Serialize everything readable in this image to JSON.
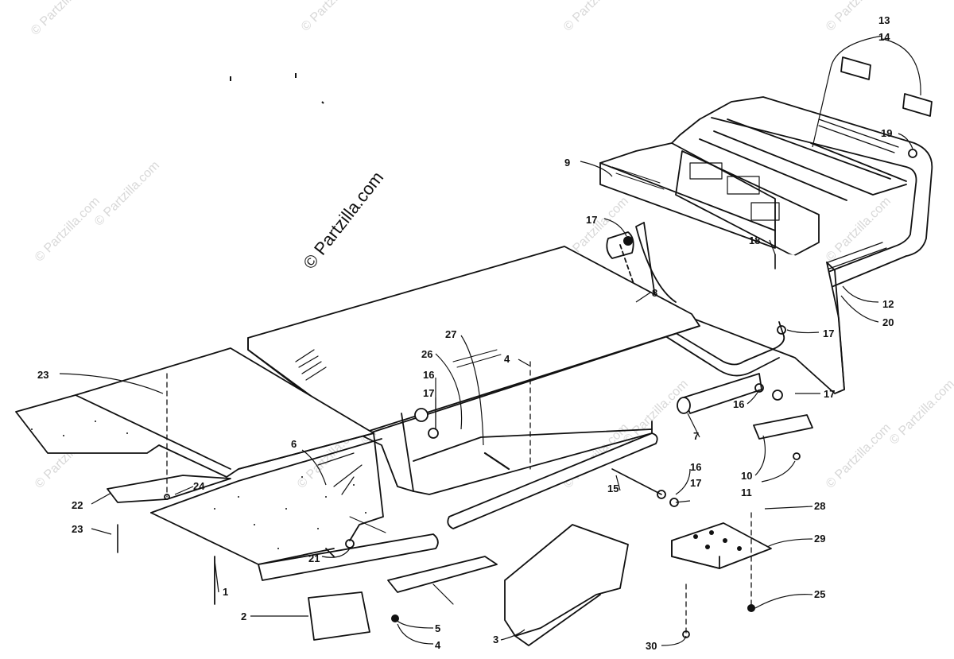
{
  "watermark": {
    "main": "© Partzilla.com",
    "repeat": "© Partzilla.com"
  },
  "callouts": {
    "c1": "1",
    "c2": "2",
    "c3": "3",
    "c4a": "4",
    "c4b": "4",
    "c5": "5",
    "c6": "6",
    "c7": "7",
    "c8": "8",
    "c9": "9",
    "c10": "10",
    "c11": "11",
    "c12": "12",
    "c13": "13",
    "c14": "14",
    "c15": "15",
    "c16a": "16",
    "c16b": "16",
    "c16c": "16",
    "c17a": "17",
    "c17b": "17",
    "c17c": "17",
    "c17d": "17",
    "c17e": "17",
    "c18": "18",
    "c19": "19",
    "c20": "20",
    "c21": "21",
    "c22": "22",
    "c23a": "23",
    "c23b": "23",
    "c24": "24",
    "c25": "25",
    "c26": "26",
    "c27": "27",
    "c28": "28",
    "c29": "29",
    "c30": "30"
  },
  "colors": {
    "ink": "#111111",
    "watermark": "#d8d8d8"
  }
}
